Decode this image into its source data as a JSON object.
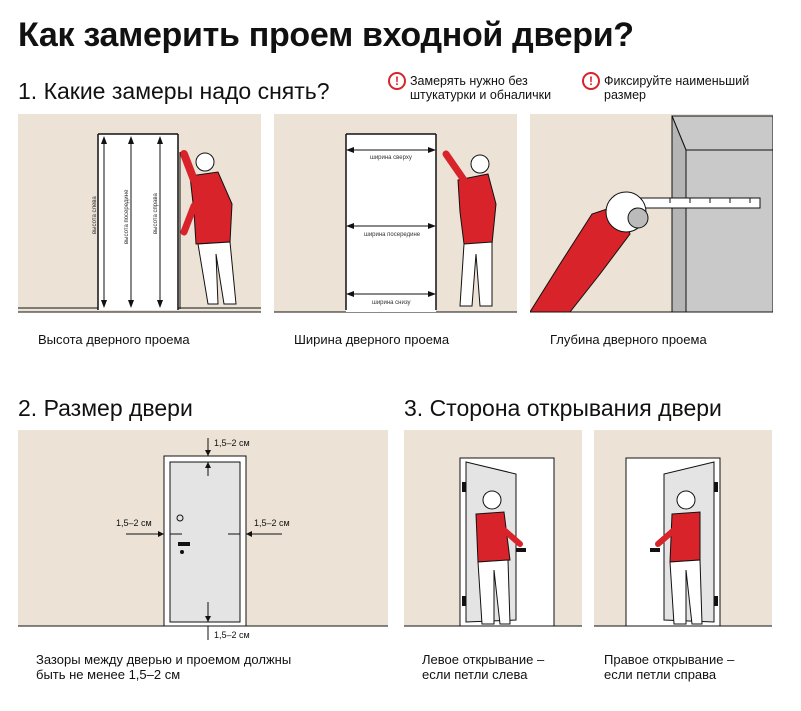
{
  "title": "Как замерить проем входной двери?",
  "section1": {
    "heading": "1. Какие замеры надо снять?",
    "notes": [
      {
        "icon": "warning-icon",
        "text_l1": "Замерять нужно без",
        "text_l2": "штукатурки и обналички"
      },
      {
        "icon": "warning-icon",
        "text_l1": "Фиксируйте наименьший",
        "text_l2": "размер"
      }
    ],
    "panels": [
      {
        "caption": "Высота дверного проема",
        "labels": [
          "высота слева",
          "высота посередине",
          "высота справа"
        ]
      },
      {
        "caption": "Ширина дверного проема",
        "labels": [
          "ширина сверху",
          "ширина посередине",
          "ширина снизу"
        ]
      },
      {
        "caption": "Глубина дверного проема"
      }
    ]
  },
  "section2": {
    "heading": "2. Размер двери",
    "gap_top": "1,5–2 см",
    "gap_left": "1,5–2 см",
    "gap_right": "1,5–2 см",
    "gap_bottom": "1,5–2 см",
    "caption_l1": "Зазоры между дверью и проемом должны",
    "caption_l2": "быть не менее 1,5–2 см"
  },
  "section3": {
    "heading": "3. Сторона открывания двери",
    "left": {
      "l1": "Левое открывание –",
      "l2": "если петли слева"
    },
    "right": {
      "l1": "Правое открывание –",
      "l2": "если петли справа"
    }
  },
  "colors": {
    "wall": "#ece3d6",
    "accent_red": "#d8232a",
    "door": "#e4e4e4",
    "wall_grey": "#c9c9c9"
  }
}
